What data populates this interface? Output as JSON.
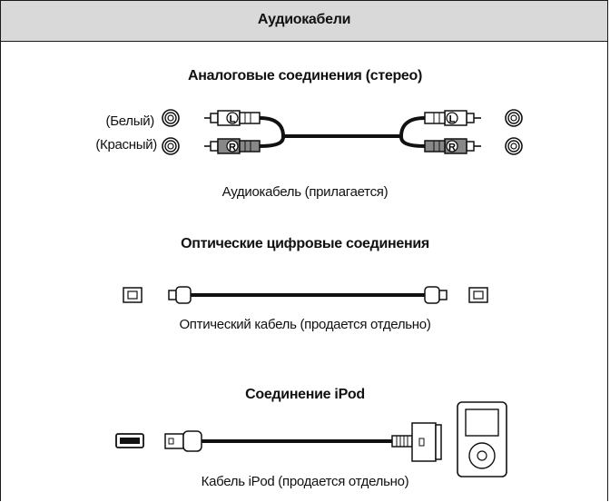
{
  "header": {
    "title": "Аудиокабели"
  },
  "analog": {
    "title": "Аналоговые соединения (стерео)",
    "label_white": "(Белый)",
    "label_red": "(Красный)",
    "plug_left": "L",
    "plug_right": "R",
    "caption": "Аудиокабель (прилагается)"
  },
  "optical": {
    "title": "Оптические цифровые соединения",
    "caption": "Оптический кабель (продается отдельно)"
  },
  "ipod": {
    "title": "Соединение iPod",
    "caption": "Кабель iPod (продается отдельно)"
  }
}
